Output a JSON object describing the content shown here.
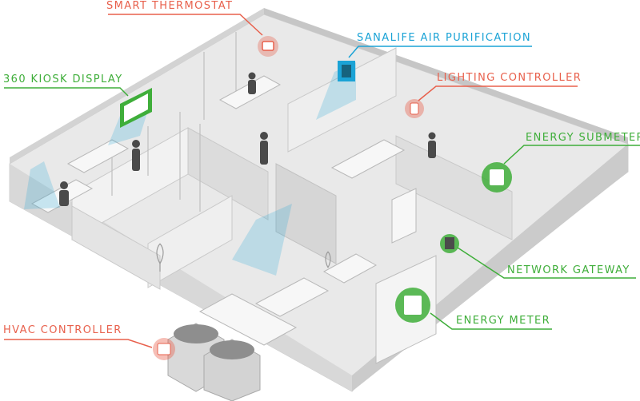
{
  "colors": {
    "red": "#e8604c",
    "blue": "#1ba3d6",
    "green": "#3fae3a",
    "floor": "#e9e9e9",
    "wall": "#d3d3d3",
    "wall_dark": "#bdbdbd"
  },
  "labels": {
    "smart_thermostat": "SMART THERMOSTAT",
    "sanalife_air_purification": "SANALIFE AIR PURIFICATION",
    "kiosk_display": "360 KIOSK DISPLAY",
    "lighting_controller": "LIGHTING CONTROLLER",
    "energy_submeter": "ENERGY SUBMETER",
    "network_gateway": "NETWORK GATEWAY",
    "energy_meter": "ENERGY METER",
    "hvac_controller": "HVAC CONTROLLER"
  },
  "icons": [
    "thermostat-icon",
    "air-purifier-icon",
    "kiosk-display-icon",
    "lighting-controller-icon",
    "energy-submeter-icon",
    "network-gateway-icon",
    "energy-meter-icon",
    "hvac-controller-icon"
  ]
}
